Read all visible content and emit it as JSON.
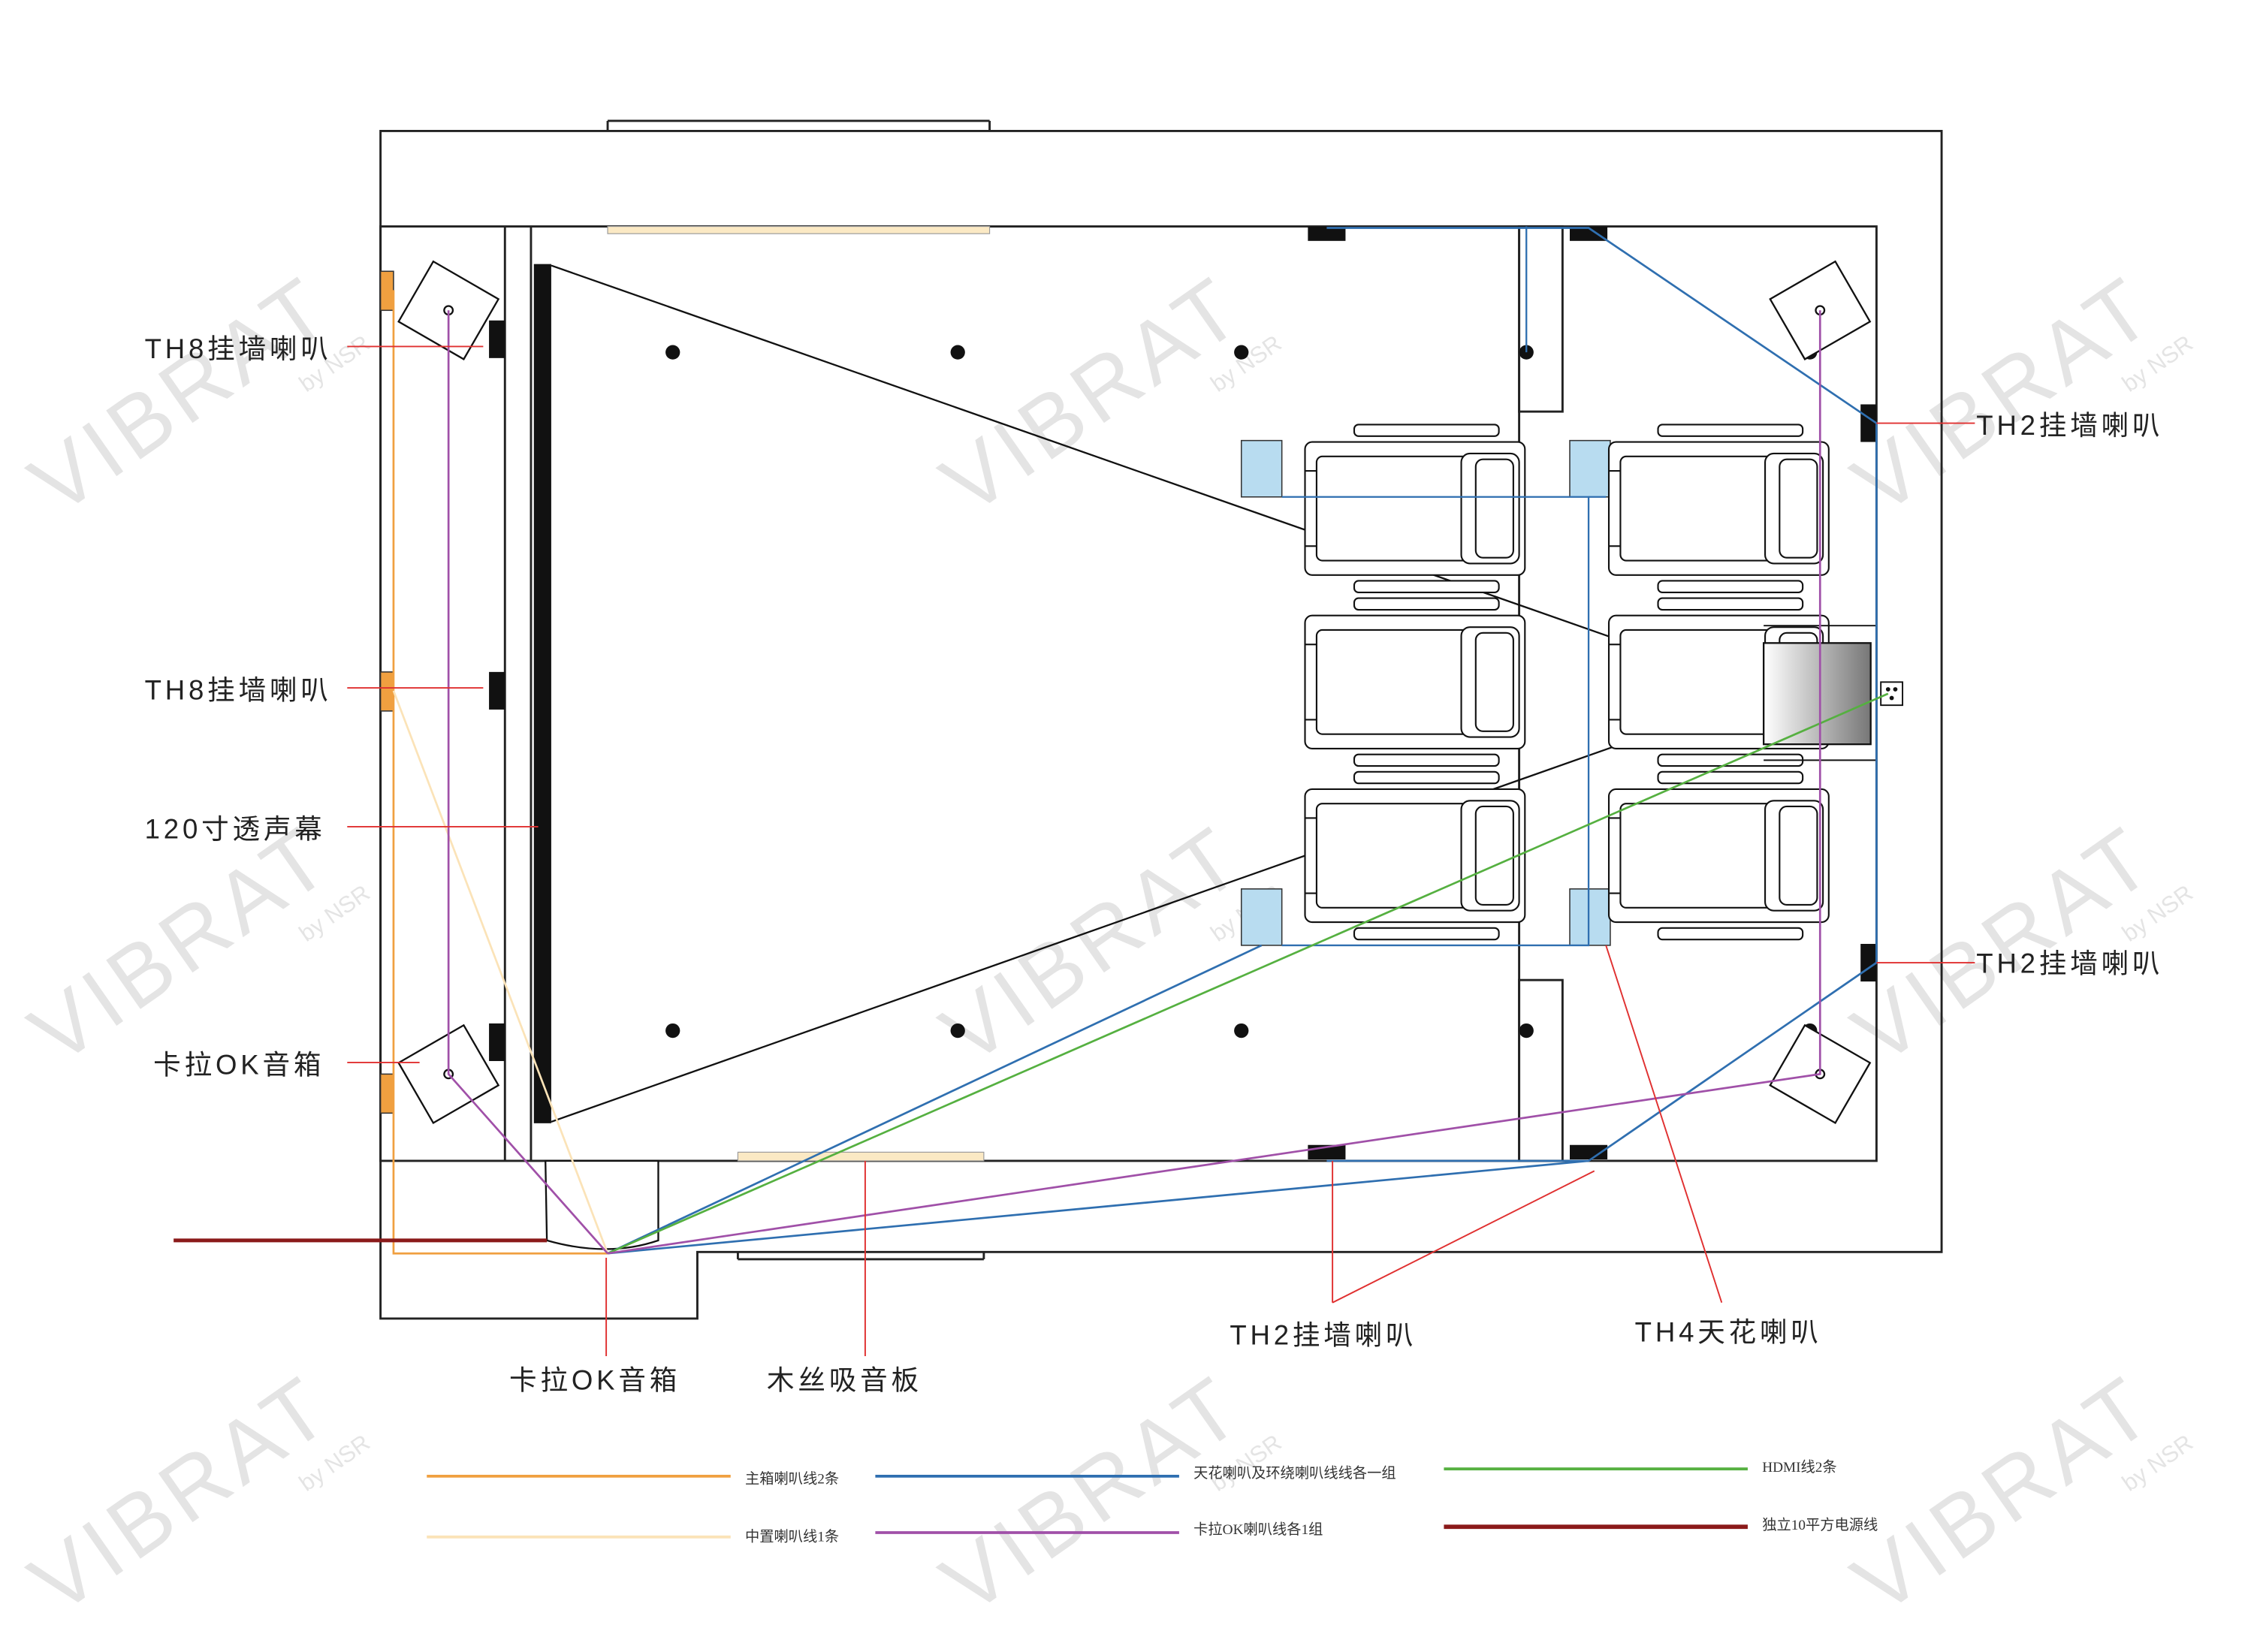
{
  "labels": {
    "th8_top": "TH8挂墙喇叭",
    "th8_mid": "TH8挂墙喇叭",
    "screen": "120寸透声幕",
    "karaoke_left": "卡拉OK音箱",
    "th2_right_top": "TH2挂墙喇叭",
    "th2_right_bottom": "TH2挂墙喇叭",
    "karaoke_bottom": "卡拉OK音箱",
    "wood_panel": "木丝吸音板",
    "th2_bottom": "TH2挂墙喇叭",
    "th4_ceiling": "TH4天花喇叭"
  },
  "legend": [
    {
      "text": "主箱喇叭线2条",
      "color": "#f0a040"
    },
    {
      "text": "天花喇叭及环绕喇叭线线各一组",
      "color": "#2f6fb0"
    },
    {
      "text": "HDMI线2条",
      "color": "#55b040"
    },
    {
      "text": "中置喇叭线1条",
      "color": "#fbe3b8"
    },
    {
      "text": "卡拉OK喇叭线各1组",
      "color": "#a050a8"
    },
    {
      "text": "独立10平方电源线",
      "color": "#8b1a1a"
    }
  ],
  "watermark": {
    "brand": "VIBRAT",
    "sub": "by NSR"
  },
  "colors": {
    "leader": "#e03030",
    "wall": "#222222",
    "speaker_orange": "#f0a040",
    "panel_blue": "#b8dcf0",
    "wood": "#fbe9c4"
  }
}
